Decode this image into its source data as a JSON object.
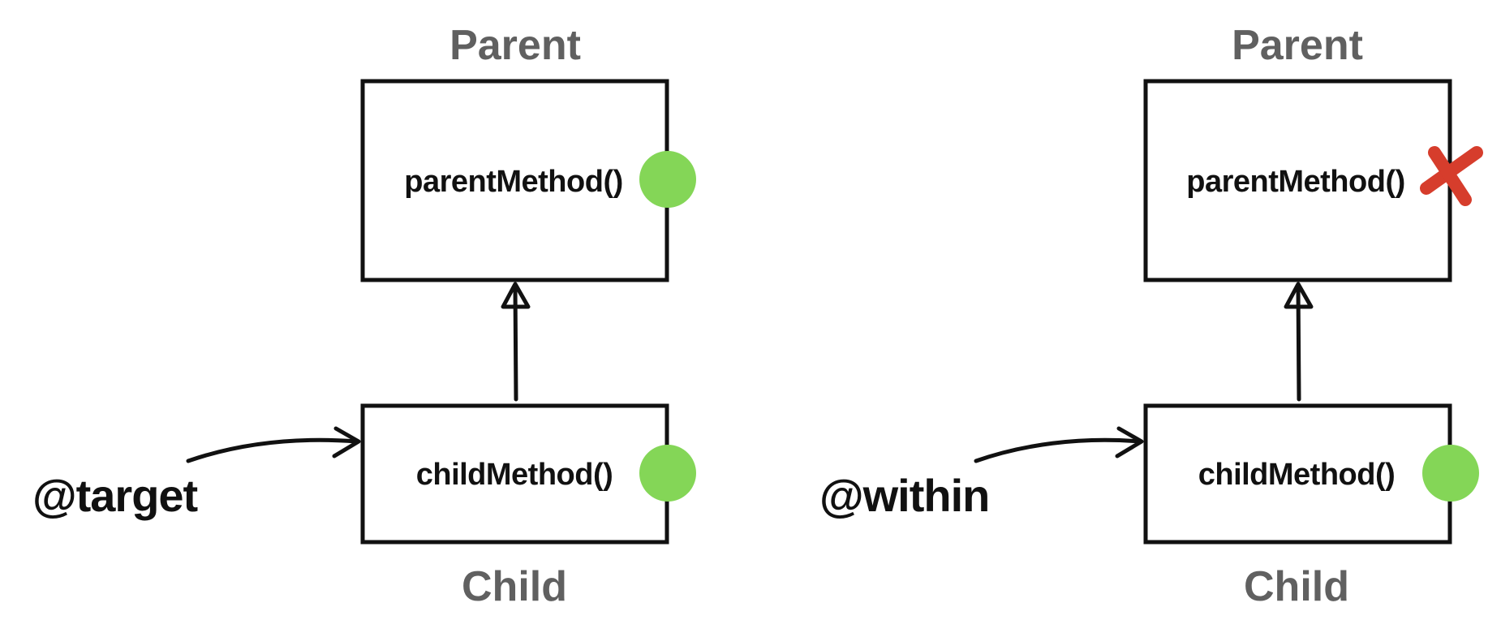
{
  "colors": {
    "marker_ok": "#84d657",
    "marker_fail": "#d63d2c",
    "title": "#606060",
    "text": "#111111"
  },
  "panels": [
    {
      "annotation": "@target",
      "parent": {
        "title": "Parent",
        "method": "parentMethod()",
        "marker": "green-dot"
      },
      "child": {
        "title": "Child",
        "method": "childMethod()",
        "marker": "green-dot"
      }
    },
    {
      "annotation": "@within",
      "parent": {
        "title": "Parent",
        "method": "parentMethod()",
        "marker": "red-x"
      },
      "child": {
        "title": "Child",
        "method": "childMethod()",
        "marker": "green-dot"
      }
    }
  ]
}
